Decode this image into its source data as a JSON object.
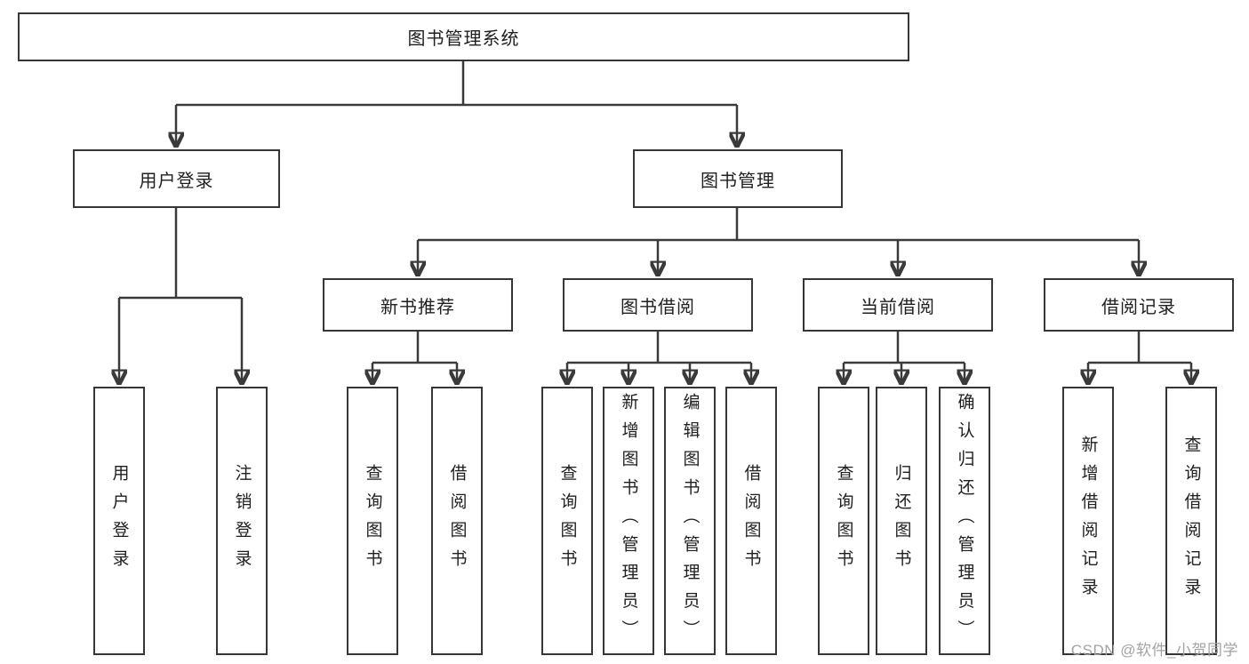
{
  "diagram": {
    "title_box": "图书管理系统",
    "level2": {
      "user_login": "用户登录",
      "book_management": "图书管理"
    },
    "level3": {
      "new_book_recommend": "新书推荐",
      "book_borrow": "图书借阅",
      "current_borrow": "当前借阅",
      "borrow_records": "借阅记录"
    },
    "leaves": {
      "g1": [
        "用户登录",
        "注销登录"
      ],
      "g2": [
        "查询图书",
        "借阅图书"
      ],
      "g3": [
        "查询图书",
        "新增图书（管理员）",
        "编辑图书（管理员）",
        "借阅图书"
      ],
      "g4": [
        "查询图书",
        "归还图书",
        "确认归还（管理员）"
      ],
      "g5": [
        "新增借阅记录",
        "查询借阅记录"
      ]
    },
    "watermark": "CSDN @软件_小贺同学",
    "colors": {
      "line": "#3a3a3a",
      "box_border": "#363636",
      "text": "#1f1f1f",
      "watermark": "#a3a3a3",
      "background": "#ffffff"
    }
  }
}
